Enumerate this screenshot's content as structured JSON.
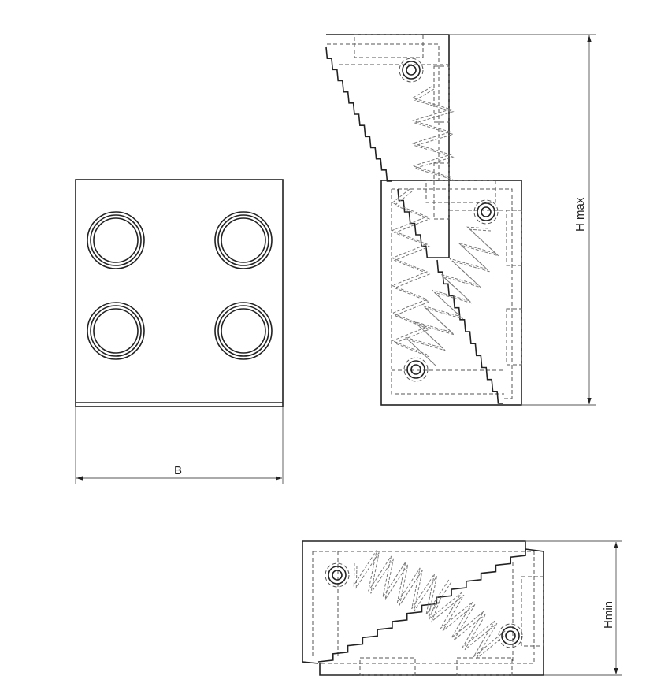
{
  "labels": {
    "width": "B",
    "height_max": "H max",
    "height_min": "Hmin"
  },
  "colors": {
    "line": "#222222",
    "hidden_line": "#555555"
  }
}
